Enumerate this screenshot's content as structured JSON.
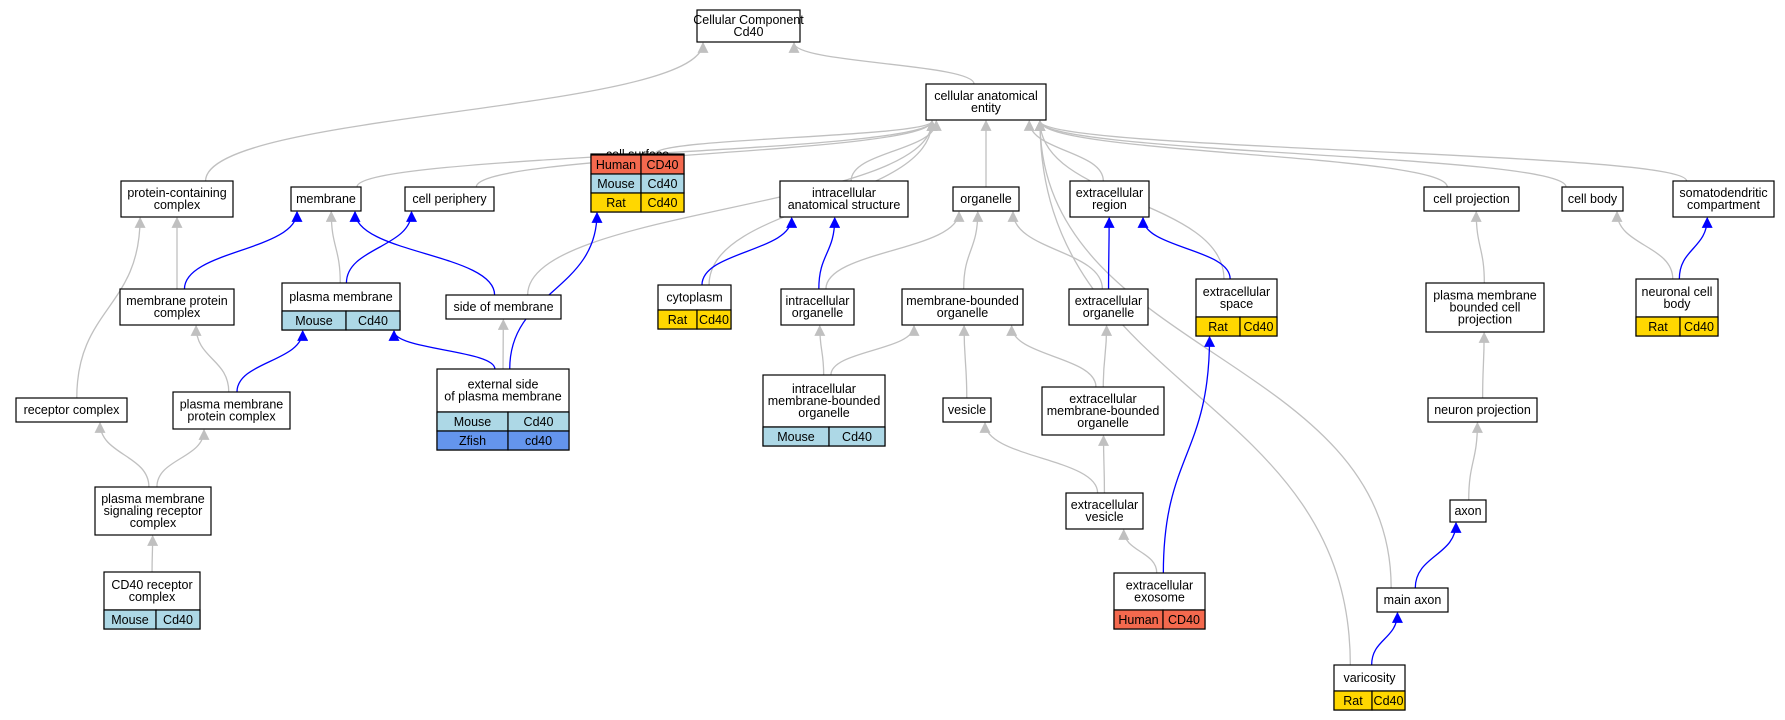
{
  "colors": {
    "edge_gray": "#c0c0c0",
    "edge_blue": "#0000ff",
    "human": "#f4694e",
    "mouse": "#add8e6",
    "rat": "#ffd700",
    "zfish": "#6495ed"
  },
  "nodes": [
    {
      "id": "cellular-component",
      "lines": [
        "Cellular Component",
        "Cd40"
      ]
    },
    {
      "id": "cellular-anatomical-entity",
      "lines": [
        "cellular anatomical",
        "entity"
      ]
    },
    {
      "id": "protein-containing-complex",
      "lines": [
        "protein-containing",
        "complex"
      ]
    },
    {
      "id": "membrane",
      "lines": [
        "membrane"
      ]
    },
    {
      "id": "cell-periphery",
      "lines": [
        "cell periphery"
      ]
    },
    {
      "id": "cell-surface",
      "lines": [
        "cell surface"
      ],
      "species": [
        [
          "Human",
          "CD40",
          "human"
        ],
        [
          "Mouse",
          "Cd40",
          "mouse"
        ],
        [
          "Rat",
          "Cd40",
          "rat"
        ]
      ]
    },
    {
      "id": "intracellular-anatomical-structure",
      "lines": [
        "intracellular",
        "anatomical structure"
      ]
    },
    {
      "id": "organelle",
      "lines": [
        "organelle"
      ]
    },
    {
      "id": "extracellular-region",
      "lines": [
        "extracellular",
        "region"
      ]
    },
    {
      "id": "cell-projection",
      "lines": [
        "cell projection"
      ]
    },
    {
      "id": "cell-body",
      "lines": [
        "cell body"
      ]
    },
    {
      "id": "somatodendritic-compartment",
      "lines": [
        "somatodendritic",
        "compartment"
      ]
    },
    {
      "id": "membrane-protein-complex",
      "lines": [
        "membrane protein",
        "complex"
      ]
    },
    {
      "id": "plasma-membrane",
      "lines": [
        "plasma membrane"
      ],
      "species": [
        [
          "Mouse",
          "Cd40",
          "mouse"
        ]
      ]
    },
    {
      "id": "side-of-membrane",
      "lines": [
        "side of membrane"
      ]
    },
    {
      "id": "cytoplasm",
      "lines": [
        "cytoplasm"
      ],
      "species": [
        [
          "Rat",
          "Cd40",
          "rat"
        ]
      ]
    },
    {
      "id": "intracellular-organelle",
      "lines": [
        "intracellular",
        "organelle"
      ]
    },
    {
      "id": "membrane-bounded-organelle",
      "lines": [
        "membrane-bounded",
        "organelle"
      ]
    },
    {
      "id": "extracellular-organelle",
      "lines": [
        "extracellular",
        "organelle"
      ]
    },
    {
      "id": "extracellular-space",
      "lines": [
        "extracellular",
        "space"
      ],
      "species": [
        [
          "Rat",
          "Cd40",
          "rat"
        ]
      ]
    },
    {
      "id": "plasma-membrane-bounded-cell-projection",
      "lines": [
        "plasma membrane",
        "bounded cell",
        "projection"
      ]
    },
    {
      "id": "neuronal-cell-body",
      "lines": [
        "neuronal cell",
        "body"
      ],
      "species": [
        [
          "Rat",
          "Cd40",
          "rat"
        ]
      ]
    },
    {
      "id": "receptor-complex",
      "lines": [
        "receptor complex"
      ]
    },
    {
      "id": "plasma-membrane-protein-complex",
      "lines": [
        "plasma membrane",
        "protein complex"
      ]
    },
    {
      "id": "external-side-of-plasma-membrane",
      "lines": [
        "external side",
        "of plasma membrane"
      ],
      "species": [
        [
          "Mouse",
          "Cd40",
          "mouse"
        ],
        [
          "Zfish",
          "cd40",
          "zfish"
        ]
      ]
    },
    {
      "id": "intracellular-membrane-bounded-organelle",
      "lines": [
        "intracellular",
        "membrane-bounded",
        "organelle"
      ],
      "species": [
        [
          "Mouse",
          "Cd40",
          "mouse"
        ]
      ]
    },
    {
      "id": "vesicle",
      "lines": [
        "vesicle"
      ]
    },
    {
      "id": "extracellular-membrane-bounded-organelle",
      "lines": [
        "extracellular",
        "membrane-bounded",
        "organelle"
      ]
    },
    {
      "id": "neuron-projection",
      "lines": [
        "neuron projection"
      ]
    },
    {
      "id": "plasma-membrane-signaling-receptor-complex",
      "lines": [
        "plasma membrane",
        "signaling receptor",
        "complex"
      ]
    },
    {
      "id": "extracellular-vesicle",
      "lines": [
        "extracellular",
        "vesicle"
      ]
    },
    {
      "id": "axon",
      "lines": [
        "axon"
      ]
    },
    {
      "id": "cd40-receptor-complex",
      "lines": [
        "CD40 receptor",
        "complex"
      ],
      "species": [
        [
          "Mouse",
          "Cd40",
          "mouse"
        ]
      ]
    },
    {
      "id": "extracellular-exosome",
      "lines": [
        "extracellular",
        "exosome"
      ],
      "species": [
        [
          "Human",
          "CD40",
          "human"
        ]
      ]
    },
    {
      "id": "main-axon",
      "lines": [
        "main axon"
      ]
    },
    {
      "id": "varicosity",
      "lines": [
        "varicosity"
      ],
      "species": [
        [
          "Rat",
          "Cd40",
          "rat"
        ]
      ]
    }
  ],
  "edges": [
    {
      "from": "cellular-anatomical-entity",
      "to": "cellular-component",
      "color": "gray"
    },
    {
      "from": "protein-containing-complex",
      "to": "cellular-component",
      "color": "gray"
    },
    {
      "from": "membrane",
      "to": "cellular-anatomical-entity",
      "color": "gray"
    },
    {
      "from": "cell-periphery",
      "to": "cellular-anatomical-entity",
      "color": "gray"
    },
    {
      "from": "cell-surface",
      "to": "cellular-anatomical-entity",
      "color": "gray"
    },
    {
      "from": "side-of-membrane",
      "to": "cellular-anatomical-entity",
      "color": "gray"
    },
    {
      "from": "cytoplasm",
      "to": "cellular-anatomical-entity",
      "color": "gray"
    },
    {
      "from": "intracellular-anatomical-structure",
      "to": "cellular-anatomical-entity",
      "color": "gray"
    },
    {
      "from": "organelle",
      "to": "cellular-anatomical-entity",
      "color": "gray"
    },
    {
      "from": "extracellular-region",
      "to": "cellular-anatomical-entity",
      "color": "gray"
    },
    {
      "from": "extracellular-space",
      "to": "cellular-anatomical-entity",
      "color": "gray"
    },
    {
      "from": "varicosity",
      "to": "cellular-anatomical-entity",
      "color": "gray"
    },
    {
      "from": "main-axon",
      "to": "cellular-anatomical-entity",
      "color": "gray"
    },
    {
      "from": "cell-projection",
      "to": "cellular-anatomical-entity",
      "color": "gray"
    },
    {
      "from": "cell-body",
      "to": "cellular-anatomical-entity",
      "color": "gray"
    },
    {
      "from": "somatodendritic-compartment",
      "to": "cellular-anatomical-entity",
      "color": "gray"
    },
    {
      "from": "membrane-protein-complex",
      "to": "protein-containing-complex",
      "color": "gray"
    },
    {
      "from": "receptor-complex",
      "to": "protein-containing-complex",
      "color": "gray"
    },
    {
      "from": "membrane-protein-complex",
      "to": "membrane",
      "color": "blue"
    },
    {
      "from": "plasma-membrane",
      "to": "membrane",
      "color": "gray"
    },
    {
      "from": "side-of-membrane",
      "to": "membrane",
      "color": "blue"
    },
    {
      "from": "plasma-membrane",
      "to": "cell-periphery",
      "color": "blue"
    },
    {
      "from": "external-side-of-plasma-membrane",
      "to": "cell-surface",
      "color": "blue"
    },
    {
      "from": "cytoplasm",
      "to": "intracellular-anatomical-structure",
      "color": "blue"
    },
    {
      "from": "intracellular-organelle",
      "to": "intracellular-anatomical-structure",
      "color": "blue"
    },
    {
      "from": "intracellular-organelle",
      "to": "organelle",
      "color": "gray"
    },
    {
      "from": "membrane-bounded-organelle",
      "to": "organelle",
      "color": "gray"
    },
    {
      "from": "extracellular-organelle",
      "to": "organelle",
      "color": "gray"
    },
    {
      "from": "extracellular-organelle",
      "to": "extracellular-region",
      "color": "blue"
    },
    {
      "from": "extracellular-space",
      "to": "extracellular-region",
      "color": "blue"
    },
    {
      "from": "plasma-membrane-bounded-cell-projection",
      "to": "cell-projection",
      "color": "gray"
    },
    {
      "from": "neuronal-cell-body",
      "to": "cell-body",
      "color": "gray"
    },
    {
      "from": "neuronal-cell-body",
      "to": "somatodendritic-compartment",
      "color": "blue"
    },
    {
      "from": "plasma-membrane-protein-complex",
      "to": "membrane-protein-complex",
      "color": "gray"
    },
    {
      "from": "plasma-membrane-protein-complex",
      "to": "plasma-membrane",
      "color": "blue"
    },
    {
      "from": "external-side-of-plasma-membrane",
      "to": "plasma-membrane",
      "color": "blue"
    },
    {
      "from": "external-side-of-plasma-membrane",
      "to": "side-of-membrane",
      "color": "gray"
    },
    {
      "from": "intracellular-membrane-bounded-organelle",
      "to": "intracellular-organelle",
      "color": "gray"
    },
    {
      "from": "intracellular-membrane-bounded-organelle",
      "to": "membrane-bounded-organelle",
      "color": "gray"
    },
    {
      "from": "vesicle",
      "to": "membrane-bounded-organelle",
      "color": "gray"
    },
    {
      "from": "extracellular-membrane-bounded-organelle",
      "to": "membrane-bounded-organelle",
      "color": "gray"
    },
    {
      "from": "extracellular-membrane-bounded-organelle",
      "to": "extracellular-organelle",
      "color": "gray"
    },
    {
      "from": "extracellular-exosome",
      "to": "extracellular-space",
      "color": "blue"
    },
    {
      "from": "neuron-projection",
      "to": "plasma-membrane-bounded-cell-projection",
      "color": "gray"
    },
    {
      "from": "plasma-membrane-signaling-receptor-complex",
      "to": "receptor-complex",
      "color": "gray"
    },
    {
      "from": "plasma-membrane-signaling-receptor-complex",
      "to": "plasma-membrane-protein-complex",
      "color": "gray"
    },
    {
      "from": "extracellular-vesicle",
      "to": "vesicle",
      "color": "gray"
    },
    {
      "from": "extracellular-vesicle",
      "to": "extracellular-membrane-bounded-organelle",
      "color": "gray"
    },
    {
      "from": "axon",
      "to": "neuron-projection",
      "color": "gray"
    },
    {
      "from": "cd40-receptor-complex",
      "to": "plasma-membrane-signaling-receptor-complex",
      "color": "gray"
    },
    {
      "from": "extracellular-exosome",
      "to": "extracellular-vesicle",
      "color": "gray"
    },
    {
      "from": "main-axon",
      "to": "axon",
      "color": "blue"
    },
    {
      "from": "varicosity",
      "to": "main-axon",
      "color": "blue"
    }
  ]
}
